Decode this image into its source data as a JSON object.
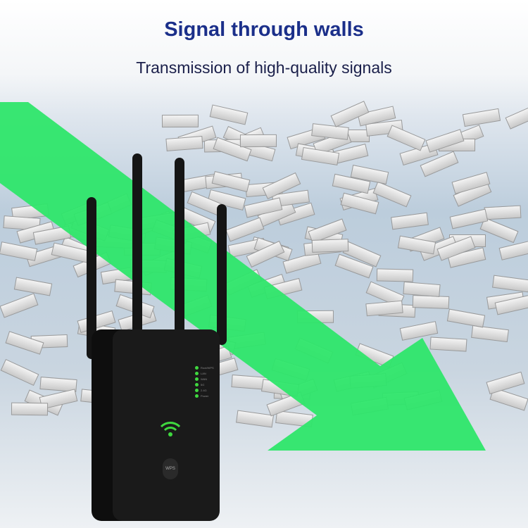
{
  "header": {
    "title": "Signal through walls",
    "subtitle": "Transmission of high-quality signals"
  },
  "device": {
    "leds": [
      "Root/WPS",
      "LAN",
      "WAN",
      "5G",
      "2.4G",
      "Power"
    ],
    "wps_label": "WPS",
    "led_color": "#3fd83f",
    "wifi_icon": "wifi-icon"
  },
  "colors": {
    "title": "#1b2f8a",
    "arrow": "#2ee66a"
  }
}
